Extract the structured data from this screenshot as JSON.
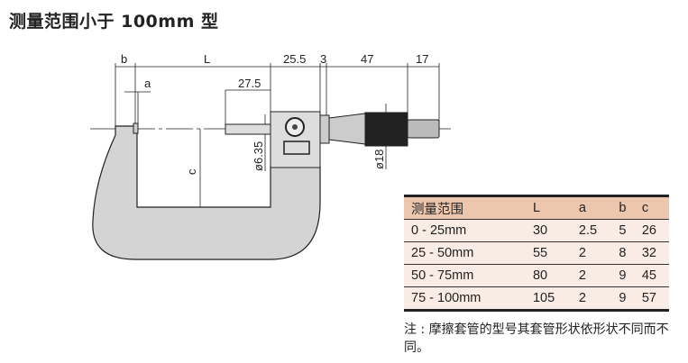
{
  "title": "测量范围小于 100mm 型",
  "dimensions": {
    "b": "b",
    "L": "L",
    "d25_5": "25.5",
    "d3": "3",
    "d47": "47",
    "d17": "17",
    "a": "a",
    "d27_5": "27.5",
    "c": "c",
    "dia635": "ø6.35",
    "dia18": "ø18"
  },
  "table": {
    "headers": [
      "测量范围",
      "L",
      "a",
      "b",
      "c"
    ],
    "rows": [
      [
        "0 - 25mm",
        "30",
        "2.5",
        "5",
        "26"
      ],
      [
        "25 - 50mm",
        "55",
        "2",
        "8",
        "32"
      ],
      [
        "50 - 75mm",
        "80",
        "2",
        "9",
        "45"
      ],
      [
        "75 - 100mm",
        "105",
        "2",
        "9",
        "57"
      ]
    ]
  },
  "note": "注 : 摩擦套管的型号其套管形状依形状不同而不同。",
  "colors": {
    "header_bg": "#ecc6ad",
    "row_bg": "#f9ece4",
    "frame": "#d4d4d4"
  }
}
